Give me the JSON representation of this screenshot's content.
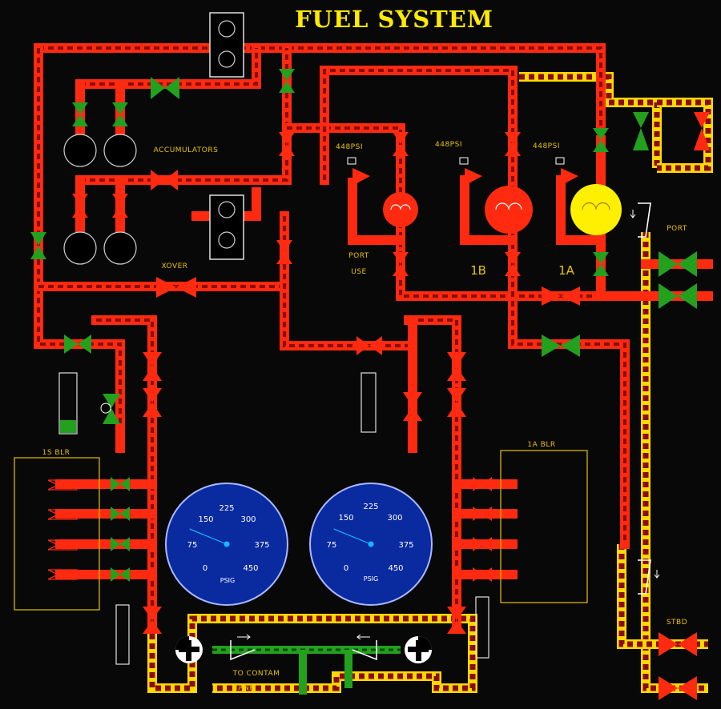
{
  "title": "FUEL SYSTEM",
  "labels": {
    "accumulators": "ACCUMULATORS",
    "xover": "XOVER",
    "port_use_1": "PORT",
    "port_use_2": "USE",
    "pump_1b": "1B",
    "pump_1a": "1A",
    "port": "PORT",
    "stbd": "STBD",
    "blr_1s": "1S BLR",
    "blr_1a": "1A BLR",
    "to_contam": "TO CONTAM",
    "tank": "TANK"
  },
  "pressure_setpoints": [
    "448PSI",
    "448PSI",
    "448PSI"
  ],
  "gauges": [
    {
      "id": "left",
      "unit": "PSIG",
      "ticks": [
        "0",
        "75",
        "150",
        "225",
        "300",
        "375",
        "450"
      ],
      "min": 0,
      "max": 450,
      "value": 112
    },
    {
      "id": "right",
      "unit": "PSIG",
      "ticks": [
        "0",
        "75",
        "150",
        "225",
        "300",
        "375",
        "450"
      ],
      "min": 0,
      "max": 450,
      "value": 112
    }
  ],
  "level_indicators": [
    {
      "id": "left-boiler-level",
      "fill": 0.22,
      "color": "#22a01e"
    },
    {
      "id": "center-boiler-level",
      "fill": 0.0,
      "color": "#22a01e"
    }
  ],
  "colors": {
    "fuel_line": "#ff2a10",
    "open_valve": "#22a01e",
    "closed_valve": "#ff2a10",
    "port_pump_running": "#ffef00",
    "highlight_line": "#ffd800",
    "label": "#e8c200",
    "gauge_face": "#0a2aa0"
  },
  "pumps": [
    {
      "id": "port-use-pump",
      "state": "stopped"
    },
    {
      "id": "1b-pump",
      "state": "stopped"
    },
    {
      "id": "1a-pump",
      "state": "running"
    }
  ]
}
